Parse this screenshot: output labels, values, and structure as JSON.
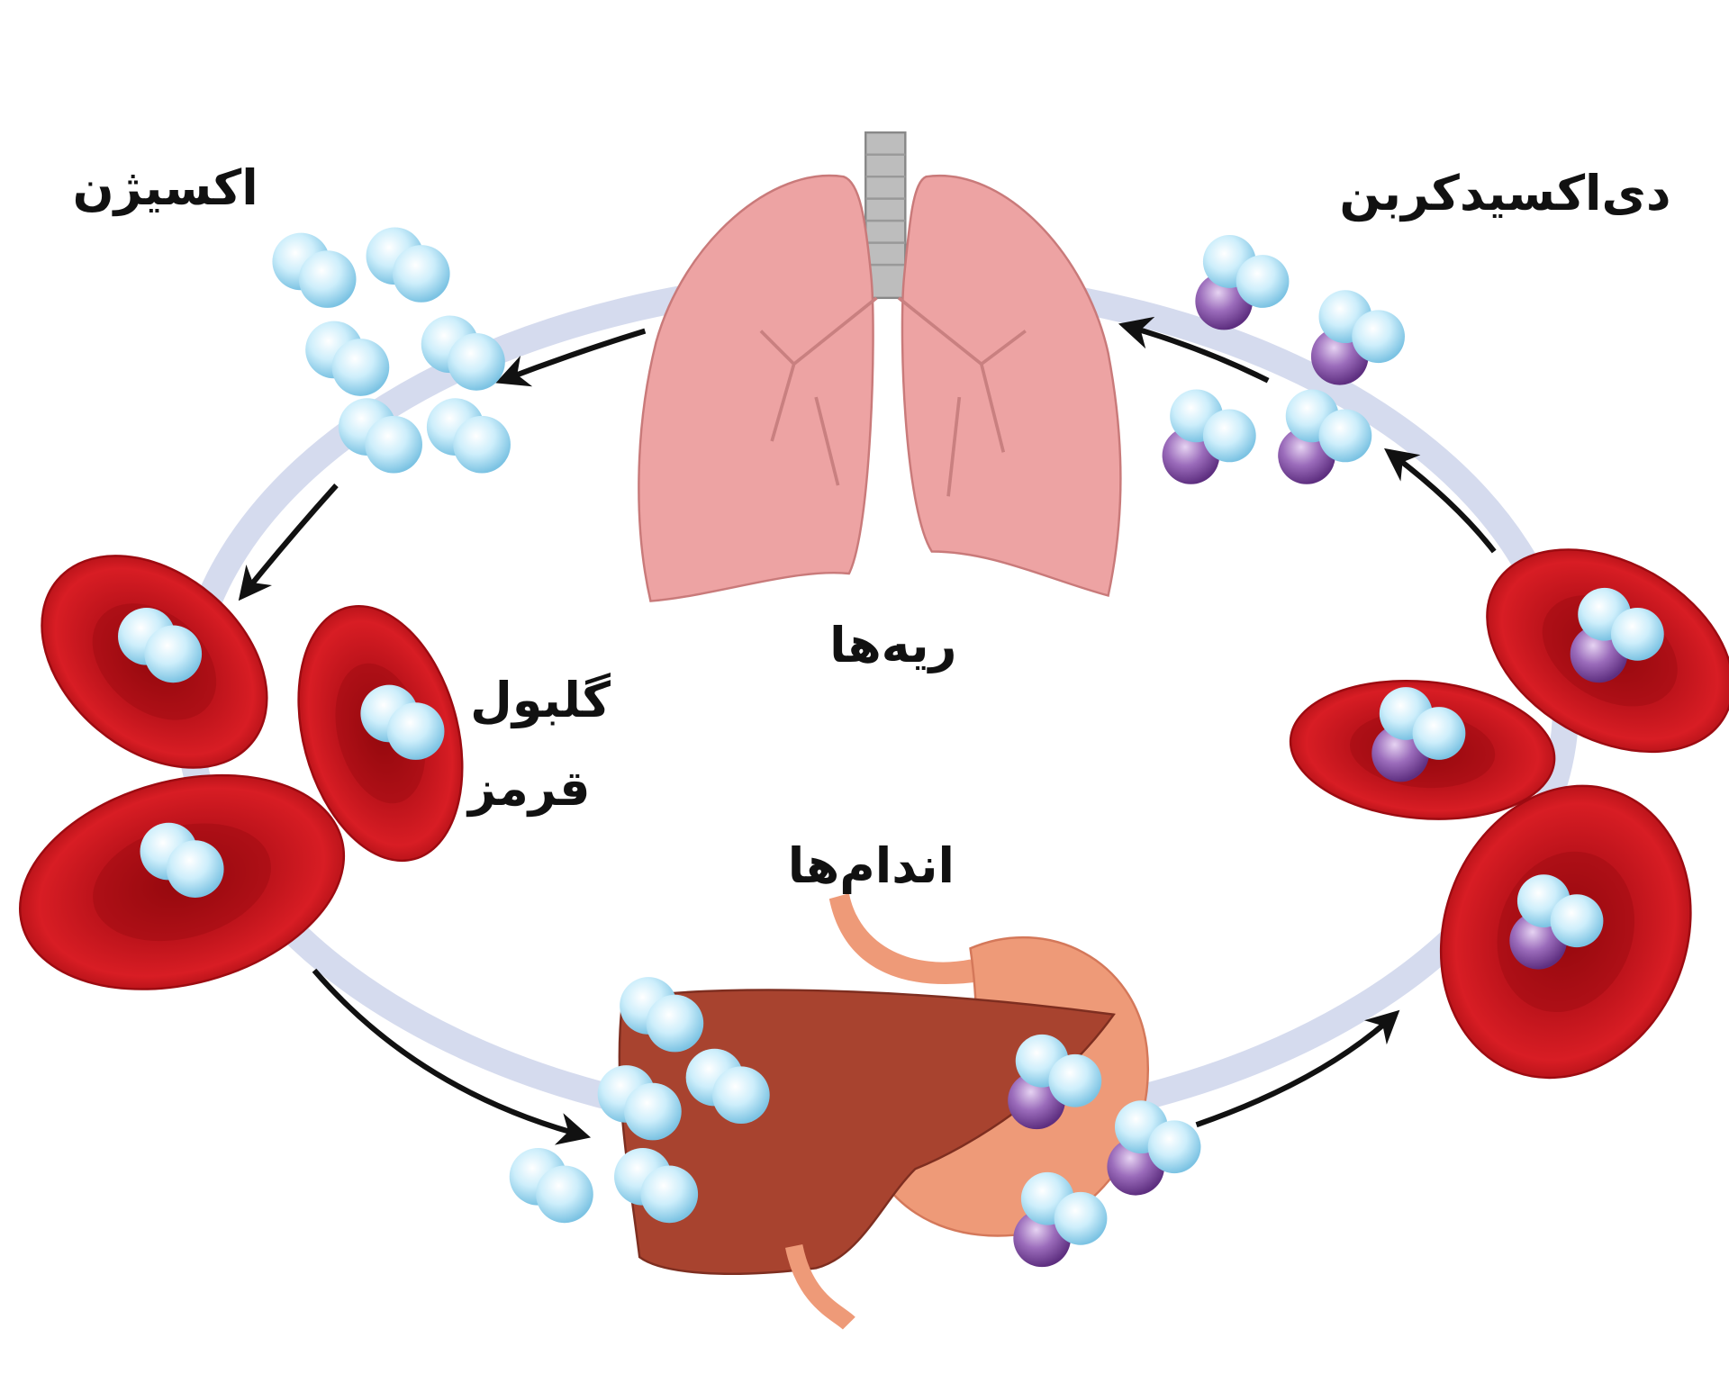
{
  "labels": {
    "oxygen": "اکسیژن",
    "carbon_dioxide": "دی‌اکسیدکربن",
    "lungs": "ریه‌ها",
    "red_blood_cell_line1": "گلبول",
    "red_blood_cell_line2": "قرمز",
    "organs": "اندام‌ها"
  },
  "colors": {
    "loop": "#d5dbee",
    "red_blood_cell": "#c8141b",
    "oxygen_molecule": "#bfe6f7",
    "carbon_atom": "#8b5aa8",
    "lungs": "#eda3a3",
    "liver": "#a8432f",
    "stomach": "#ee9a78",
    "arrow": "#111111"
  }
}
